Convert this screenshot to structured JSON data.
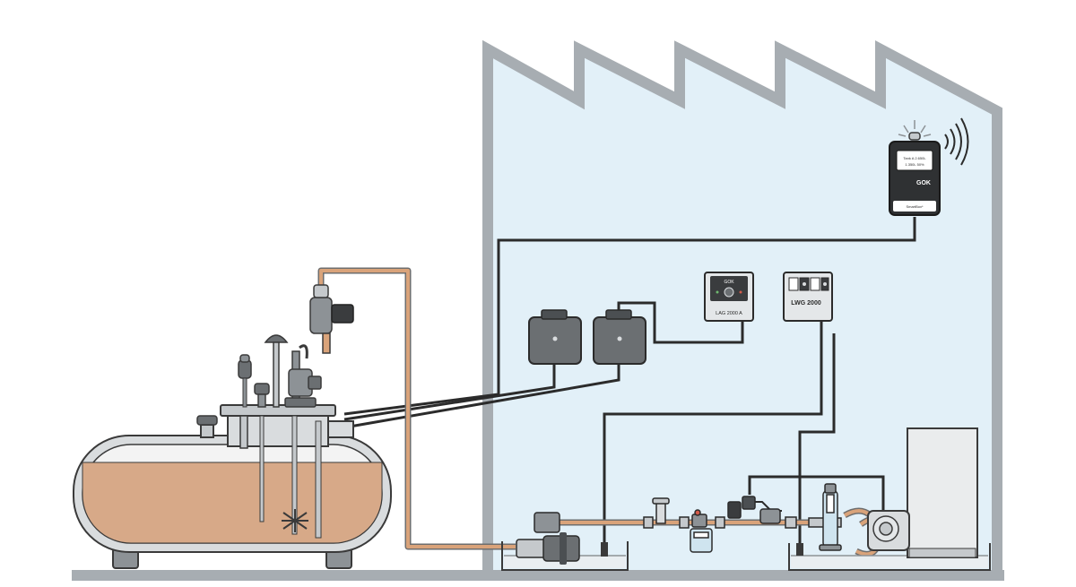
{
  "colors": {
    "building_fill": "#e2f0f8",
    "building_wall": "#a7adb2",
    "ground": "#a7adb2",
    "oil": "#d7a988",
    "tank_wall": "#b2b7bb",
    "pipe_oil": "#d9a37a",
    "cable": "#2b2b2b",
    "device_body": "#6b6f72",
    "panel_face": "#f2f4f5",
    "monitor_body": "#2f3133"
  },
  "devices": {
    "gateway": {
      "brand": "GOK",
      "sub": "SmartBox*",
      "display_l1": "Tank A   2.650L",
      "display_l2": "1.350L   50%"
    },
    "lag_panel": {
      "brand": "GOK",
      "label": "LAG 2000 A"
    },
    "lwg_panel": {
      "label": "LWG 2000"
    }
  },
  "icons": [
    "wireless-signal-icon",
    "warning-light-icon"
  ]
}
